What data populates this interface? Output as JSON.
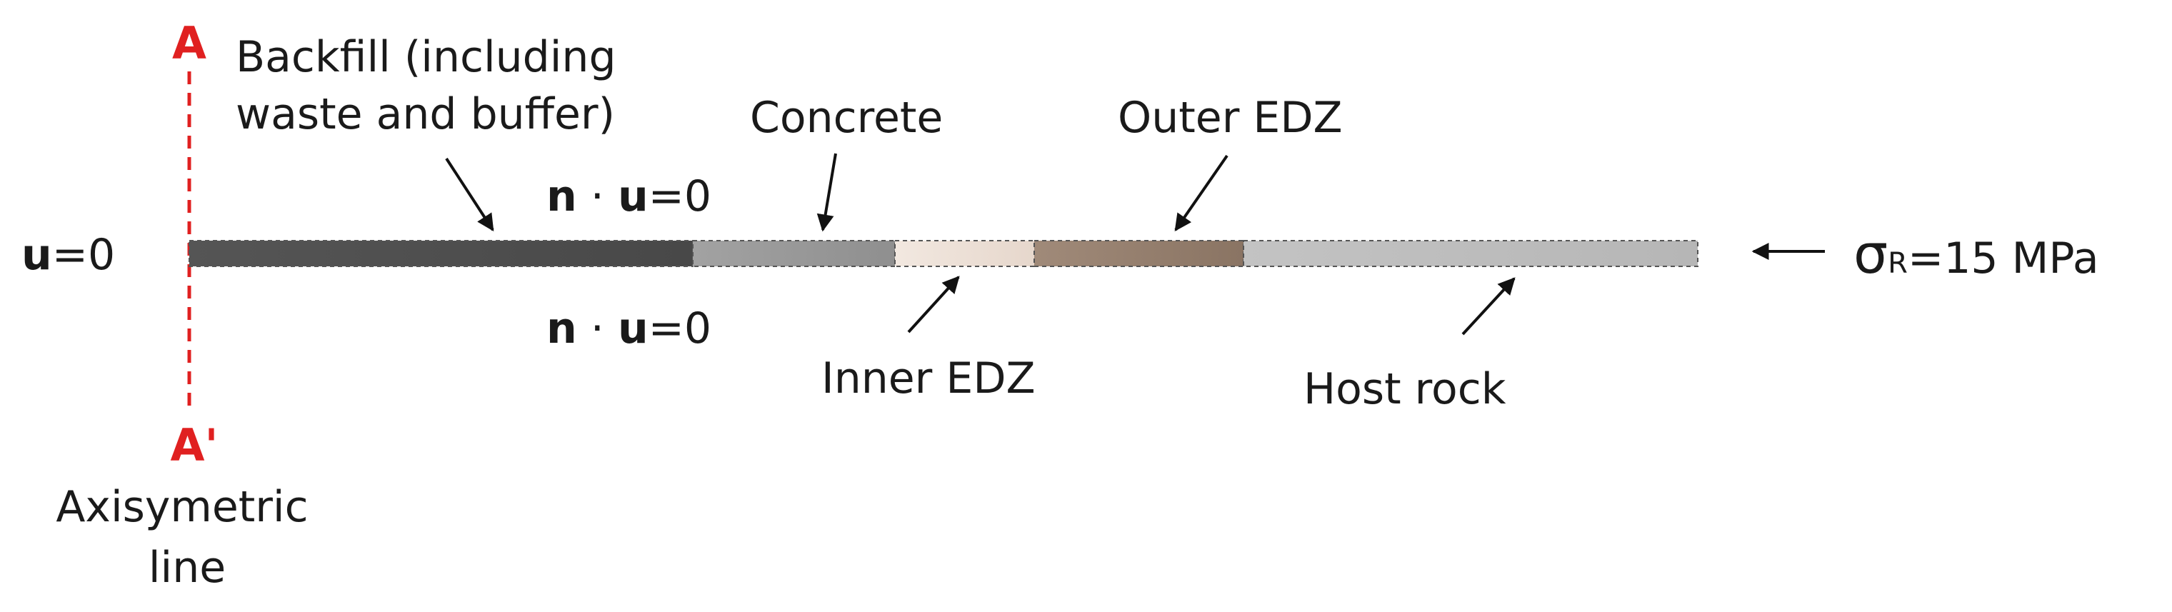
{
  "axis": {
    "top_label": "A",
    "bottom_label": "A'",
    "caption_line1": "Axisymetric",
    "caption_line2": "line",
    "color": "#e02020"
  },
  "boundary_conditions": {
    "left": {
      "symbol": "u",
      "rest": "=0"
    },
    "top": {
      "n": "n",
      "dot": " · ",
      "u": "u",
      "rest": "=0"
    },
    "bottom": {
      "n": "n",
      "dot": " · ",
      "u": "u",
      "rest": "=0"
    },
    "right": {
      "sigma": "σ",
      "sub": "R",
      "rest": "=15 MPa"
    }
  },
  "materials": [
    {
      "id": "backfill",
      "label_lines": [
        "Backfill (including",
        "waste and buffer)"
      ],
      "color": "#505050"
    },
    {
      "id": "concrete",
      "label_lines": [
        "Concrete"
      ],
      "color": "#9a9a9a"
    },
    {
      "id": "inner-edz",
      "label_lines": [
        "Inner EDZ"
      ],
      "color": "#ede0d6"
    },
    {
      "id": "outer-edz",
      "label_lines": [
        "Outer EDZ"
      ],
      "color": "#96806f"
    },
    {
      "id": "host-rock",
      "label_lines": [
        "Host rock"
      ],
      "color": "#bdbdbd"
    }
  ]
}
